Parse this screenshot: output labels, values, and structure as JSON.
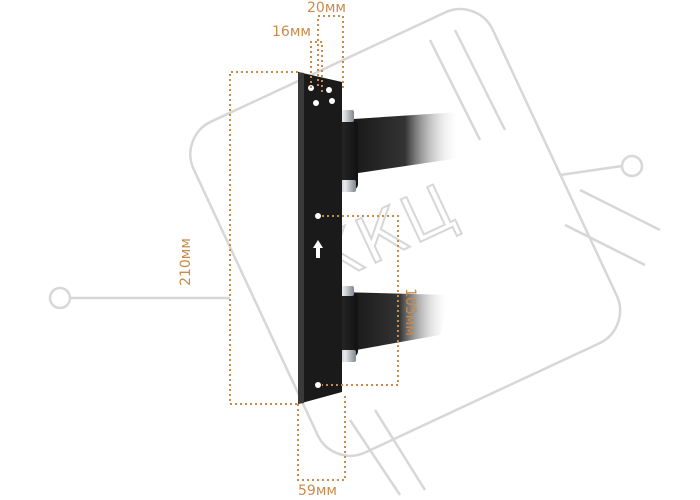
{
  "dimensions": {
    "top_hole_spacing": "16мм",
    "top_width": "20мм",
    "total_height": "210мм",
    "arm_spacing": "105мм",
    "bottom_width": "59мм"
  },
  "watermark": {
    "text": "ККЦ"
  },
  "colors": {
    "dimension": "#c98a4a",
    "watermark": "#d7d7d7",
    "bracket": "#1a1a1a",
    "background": "#ffffff"
  }
}
